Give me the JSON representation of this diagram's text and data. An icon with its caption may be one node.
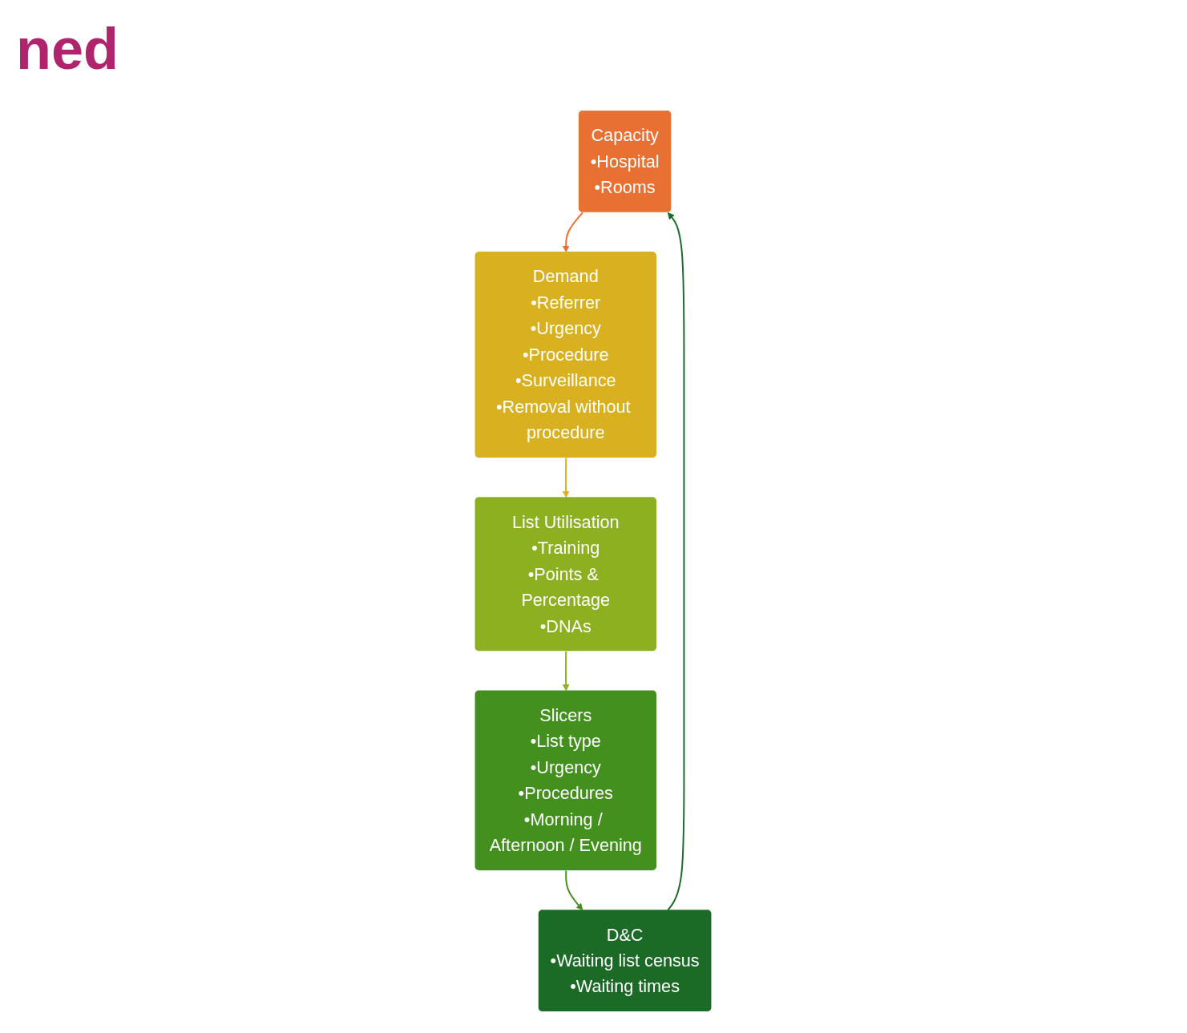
{
  "diagram": {
    "title": "ned",
    "nodes": [
      {
        "text": [
          "Capacity",
          "•Hospital",
          "•Rooms"
        ]
      },
      {
        "text": [
          "Demand",
          "•Referrer",
          "•Urgency",
          "•Procedure",
          "•Surveillance",
          "•Removal without procedure"
        ]
      },
      {
        "text": [
          "List Utilisation",
          "•Training",
          "•Points & Percentage",
          "•DNAs"
        ]
      },
      {
        "text": [
          "Slicers",
          "•List type",
          "•Urgency",
          "•Procedures",
          "•Morning / Afternoon / Evening"
        ]
      },
      {
        "text": [
          "D&C",
          "•Waiting list census",
          "•Waiting times"
        ]
      }
    ],
    "edges": [
      {
        "from": 0,
        "to": 1,
        "arrow": "to",
        "color": "#e87033"
      },
      {
        "from": 1,
        "to": 2,
        "arrow": "to",
        "color": "#d9b01f"
      },
      {
        "from": 2,
        "to": 3,
        "arrow": "to",
        "color": "#8db020"
      },
      {
        "from": 3,
        "to": 4,
        "arrow": "to",
        "color": "#43901e"
      },
      {
        "from": 4,
        "to": 0,
        "arrow": "to",
        "color": "#1b6b26"
      }
    ]
  }
}
